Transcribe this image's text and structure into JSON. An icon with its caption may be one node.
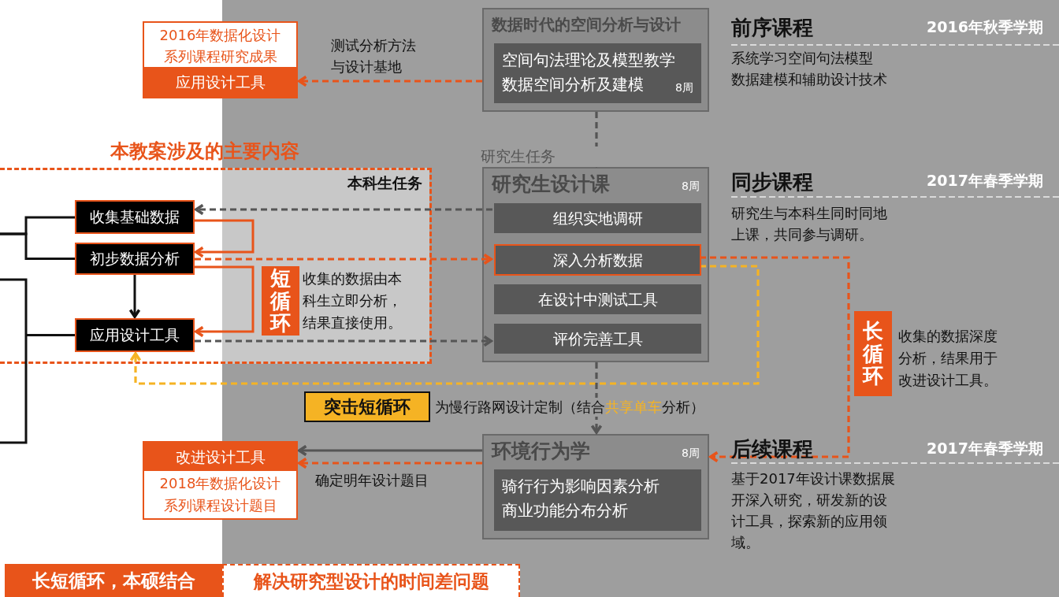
{
  "diagram": {
    "nodes": [
      {
        "text": [
          "2016年数据化设计系列课程研究成果",
          "应用设计工具"
        ]
      },
      {
        "text": [
          "数据时代的空间分析与设计"
        ]
      },
      {
        "text": [
          "空间句法理论及模型教学",
          "数据空间分析及建模",
          "8周"
        ],
        "in": 1
      },
      {
        "text": [
          "本教案涉及的主要内容",
          "本科生任务"
        ]
      },
      {
        "text": [
          "收集基础数据"
        ],
        "in": 3
      },
      {
        "text": [
          "初步数据分析"
        ],
        "in": 3
      },
      {
        "text": [
          "应用设计工具"
        ],
        "in": 3
      },
      {
        "text": [
          "短循环"
        ],
        "beside": [
          "收集的数据由本科生立即分析，结果直接使用。"
        ],
        "in": 3
      },
      {
        "text": [
          "研究生设计课",
          "8周"
        ],
        "beside": [
          "研究生任务"
        ]
      },
      {
        "text": [
          "组织实地调研"
        ],
        "in": 8
      },
      {
        "text": [
          "深入分析数据"
        ],
        "in": 8
      },
      {
        "text": [
          "在设计中测试工具"
        ],
        "in": 8
      },
      {
        "text": [
          "评价完善工具"
        ],
        "in": 8
      },
      {
        "text": [
          "长循环"
        ],
        "beside": [
          "收集的数据深度分析，结果用于改进设计工具。"
        ]
      },
      {
        "text": [
          "突击短循环"
        ],
        "beside": [
          "为慢行路网设计定制（结合**共享单车**分析）"
        ]
      },
      {
        "text": [
          "环境行为学",
          "8周"
        ]
      },
      {
        "text": [
          "骑行行为影响因素分析",
          "商业功能分布分析"
        ],
        "in": 15
      },
      {
        "text": [
          "改进设计工具",
          "2018年数据化设计系列课程设计题目"
        ]
      }
    ],
    "edges": [
      {
        "from": 1,
        "to": 0,
        "arrow": "to",
        "label": "测试分析方法与设计基地",
        "style": "dashed",
        "color": "#e8541a"
      },
      {
        "from": 1,
        "to": 8,
        "arrow": "to",
        "style": "dashed",
        "color": "#555555"
      },
      {
        "from": 9,
        "to": 4,
        "arrow": "to",
        "style": "dashed",
        "color": "#555555"
      },
      {
        "from": 5,
        "to": 10,
        "arrow": "to",
        "style": "dashed",
        "color": "#e8541a"
      },
      {
        "from": 6,
        "to": 12,
        "arrow": "to",
        "style": "dashed",
        "color": "#555555"
      },
      {
        "from": 4,
        "to": 5,
        "arrow": "to",
        "color": "#e8541a"
      },
      {
        "from": 5,
        "to": 6,
        "arrow": "to",
        "color": "#e8541a"
      },
      {
        "from": 5,
        "to": 6,
        "arrow": "to",
        "color": "#111111"
      },
      {
        "from": 10,
        "to": 6,
        "arrow": "to",
        "style": "dashed",
        "color": "#f5b324"
      },
      {
        "from": 10,
        "to": 15,
        "arrow": "to",
        "style": "dashed",
        "color": "#e8541a"
      },
      {
        "from": 8,
        "to": 15,
        "arrow": "to",
        "style": "dashed",
        "color": "#555555"
      },
      {
        "from": 15,
        "to": 17,
        "arrow": "to",
        "color": "#555555"
      },
      {
        "from": 15,
        "to": 17,
        "arrow": "to",
        "label": "确定明年设计题目",
        "style": "dashed",
        "color": "#e8541a"
      },
      {
        "from": null,
        "to": 4,
        "arrow": "none",
        "color": "#111111"
      },
      {
        "from": null,
        "to": 5,
        "arrow": "none",
        "color": "#111111"
      },
      {
        "from": null,
        "to": 6,
        "arrow": "none",
        "color": "#111111"
      }
    ],
    "labels": [
      "前序课程",
      "2016年秋季学期",
      "系统学习空间句法模型",
      "数据建模和辅助设计技术",
      "同步课程",
      "2017年春季学期",
      "研究生与本科生同时同地上课，共同参与调研。",
      "后续课程",
      "2017年春季学期",
      "基于2017年设计课数据展开深入研究，研发新的设计工具，探索新的应用领域。",
      "长短循环，本硕结合",
      "解决研究型设计的时间差问题"
    ]
  }
}
